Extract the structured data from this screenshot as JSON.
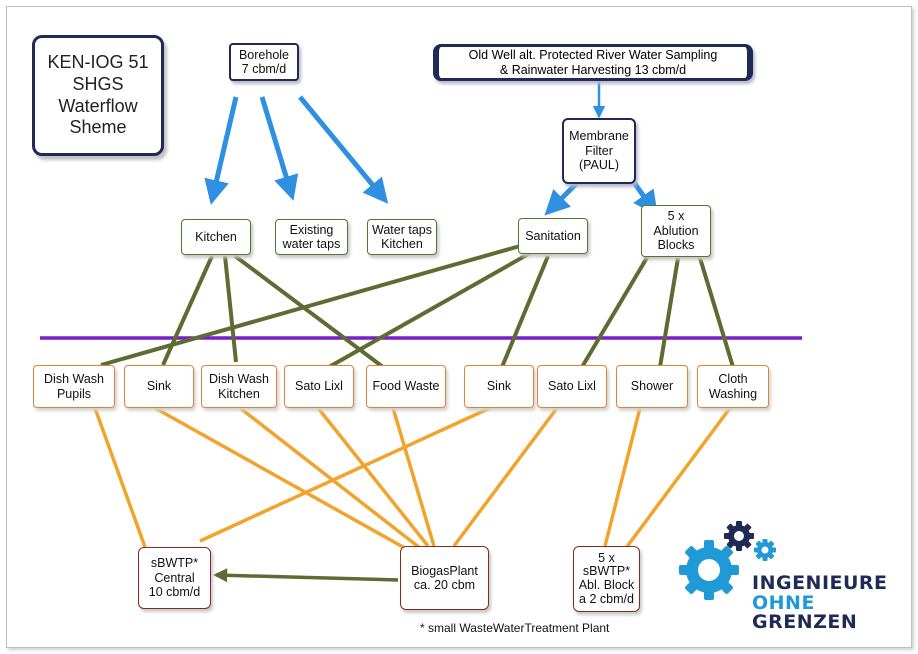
{
  "title": [
    "KEN-IOG 51",
    "SHGS",
    "Waterflow",
    "Sheme"
  ],
  "sources": {
    "borehole": [
      "Borehole",
      "7 cbm/d"
    ],
    "old_well": [
      "Old Well alt. Protected River Water Sampling",
      "& Rainwater Harvesting 13 cbm/d"
    ],
    "membrane": [
      "Membrane",
      "Filter",
      "(PAUL)"
    ]
  },
  "usage": {
    "kitchen": [
      "Kitchen"
    ],
    "existing_taps": [
      "Existing",
      "water taps"
    ],
    "water_taps_kitchen": [
      "Water taps",
      "Kitchen"
    ],
    "sanitation": [
      "Sanitation"
    ],
    "ablution": [
      "5 x",
      "Ablution",
      "Blocks"
    ]
  },
  "points": {
    "dish_wash_pupils": [
      "Dish Wash",
      "Pupils"
    ],
    "sink1": [
      "Sink"
    ],
    "dish_wash_kitchen": [
      "Dish Wash",
      "Kitchen"
    ],
    "sato1": [
      "Sato Lixl"
    ],
    "food_waste": [
      "Food Waste"
    ],
    "sink2": [
      "Sink"
    ],
    "sato2": [
      "Sato Lixl"
    ],
    "shower": [
      "Shower"
    ],
    "cloth": [
      "Cloth",
      "Washing"
    ]
  },
  "treatment": {
    "sbwtp_central": [
      "sBWTP*",
      "Central",
      "10 cbm/d"
    ],
    "biogas": [
      "BiogasPlant",
      "ca. 20 cbm"
    ],
    "sbwtp_abl": [
      "5 x",
      "sBWTP*",
      "Abl. Block",
      "a 2 cbm/d"
    ]
  },
  "footnote": "* small WasteWaterTreatment Plant",
  "logo": {
    "line1": "INGENIEURE",
    "line2": "OHNE",
    "line3": "GRENZEN",
    "icon": "gears-icon"
  },
  "colors": {
    "navy": "#1f2a55",
    "arrow_blue": "#2f8fe0",
    "olive": "#5f6b33",
    "orange": "#f2a32c",
    "purple": "#7a1fc7",
    "logo_cyan": "#1f9ad6"
  }
}
